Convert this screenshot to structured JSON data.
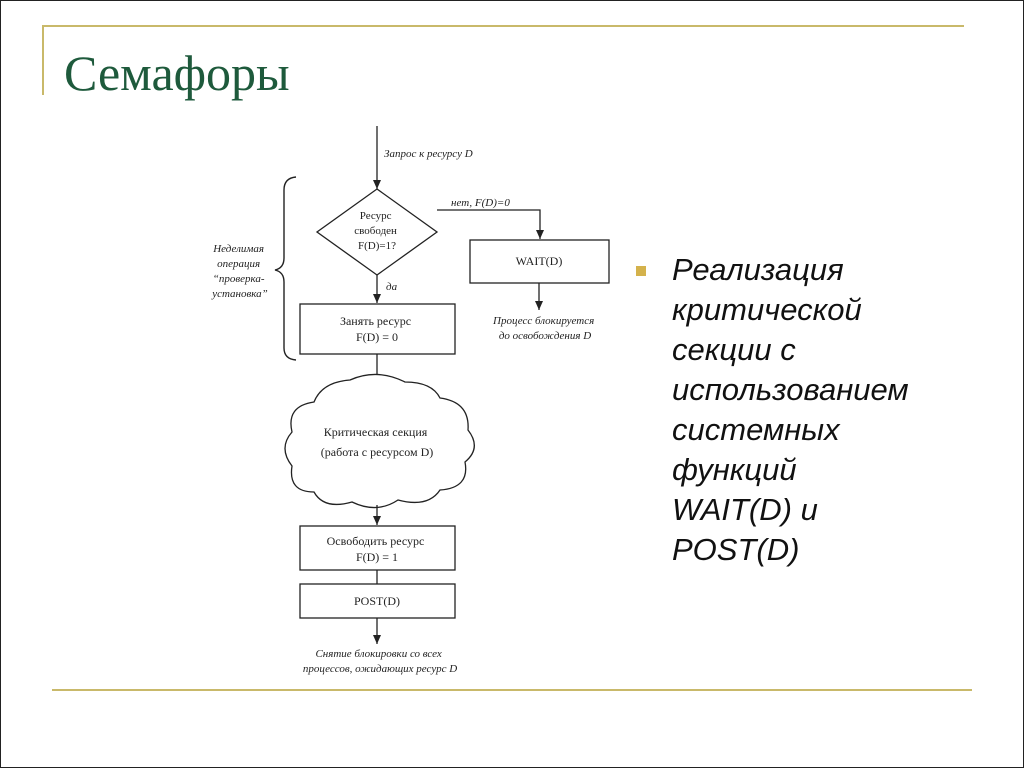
{
  "title": "Семафоры",
  "flowchart": {
    "request_label": "Запрос к ресурсу D",
    "decision": [
      "Ресурс",
      "свободен",
      "F(D)=1?"
    ],
    "no_label": "нет, F(D)=0",
    "yes_label": "да",
    "wait_box": "WAIT(D)",
    "blocked_note": [
      "Процесс блокируется",
      "до освобождения D"
    ],
    "indivisible_note": [
      "Неделимая",
      "операция",
      "“проверка-",
      "установка”"
    ],
    "take_box": [
      "Занять ресурс",
      "F(D) = 0"
    ],
    "critical_section": [
      "Критическая секция",
      "(работа с ресурсом D)"
    ],
    "release_box": [
      "Освободить ресурс",
      "F(D) = 1"
    ],
    "post_box": "POST(D)",
    "unblock_note": [
      "Снятие блокировки со всех",
      "процессов, ожидающих ресурс D"
    ]
  },
  "bullet": {
    "text": "Реализация\nкритической\nсекции с\nиспользованием\nсистемных\nфункций\nWAIT(D) и\nPOST(D)"
  },
  "colors": {
    "title": "#1e5a3c",
    "accent_rule": "#c9b96a",
    "bullet": "#d4b24c"
  }
}
